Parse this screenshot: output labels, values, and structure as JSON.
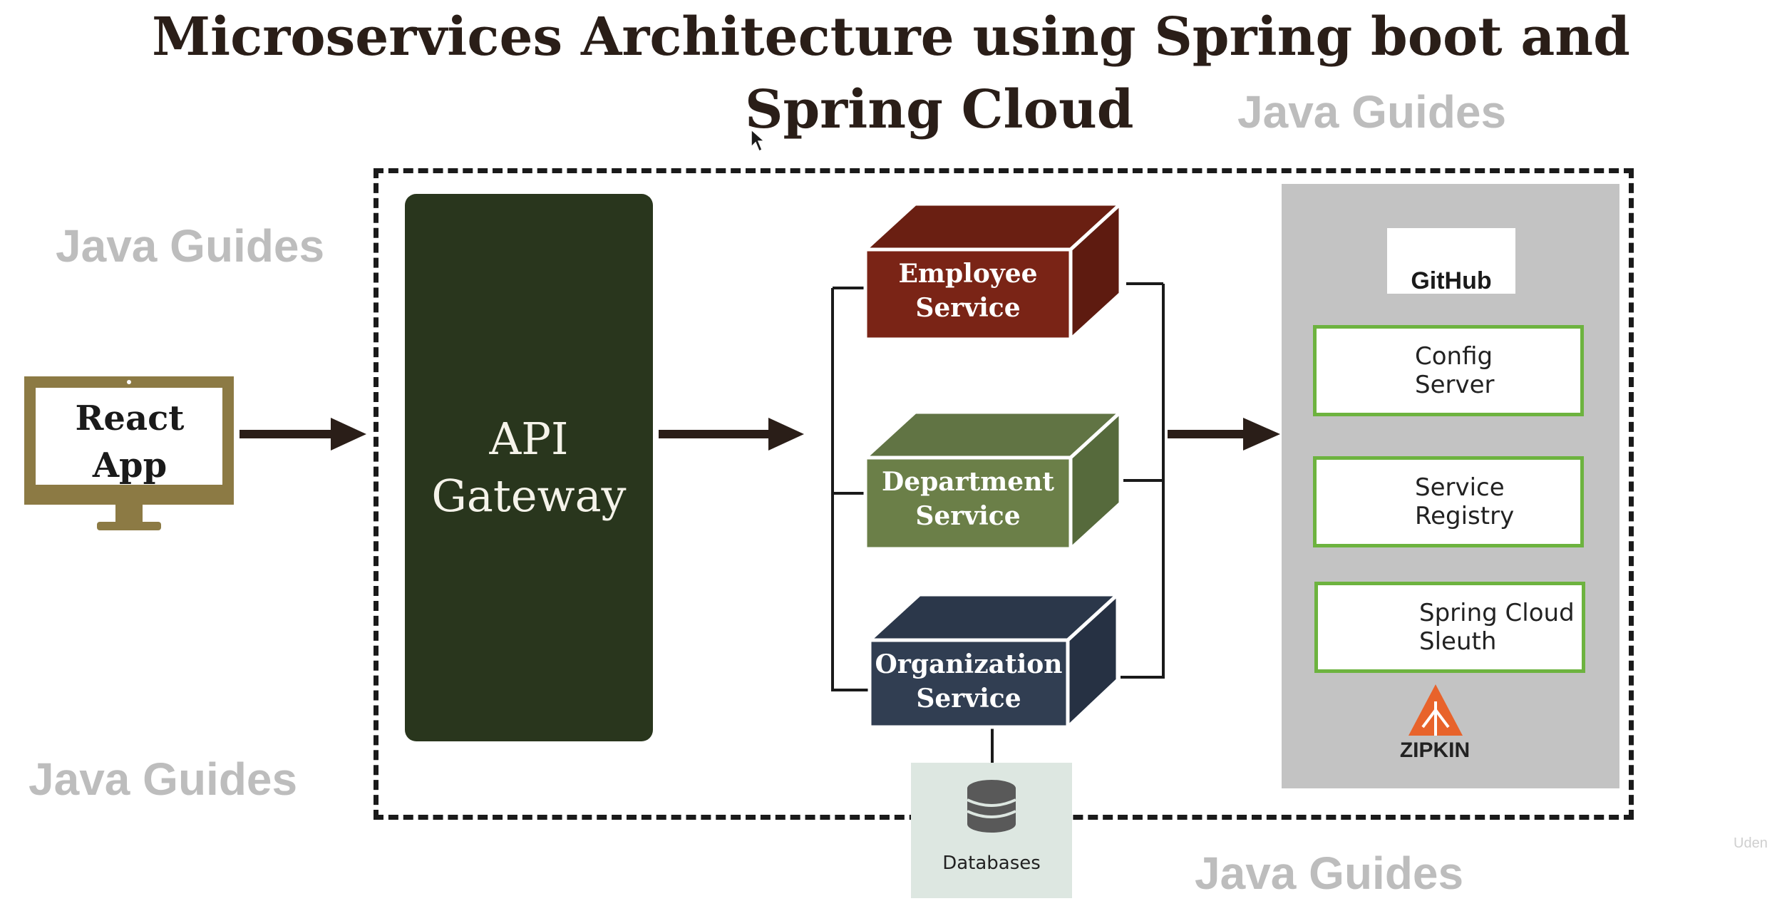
{
  "title": {
    "line1": "Microservices Architecture using Spring boot and",
    "line2": "Spring Cloud"
  },
  "watermarks": [
    "Java Guides",
    "Java Guides",
    "Java Guides",
    "Java Guides"
  ],
  "client": {
    "label": "React\nApp",
    "color": "#8c7a44"
  },
  "gateway": {
    "label": "API\nGateway",
    "color": "#29361d"
  },
  "services": [
    {
      "label": "Employee\nService",
      "front": "#7a2416",
      "top": "#6a1f12",
      "side": "#5e1b10"
    },
    {
      "label": "Department\nService",
      "front": "#6b7f48",
      "top": "#617444",
      "side": "#566a3c"
    },
    {
      "label": "Organization\nService",
      "front": "#313e52",
      "top": "#2b374a",
      "side": "#263143"
    }
  ],
  "database": {
    "label": "Databases"
  },
  "infrastructure": {
    "github_label": "GitHub",
    "items": [
      {
        "label": "Config\nServer"
      },
      {
        "label": "Service\nRegistry"
      },
      {
        "label": "Spring Cloud\nSleuth"
      }
    ],
    "zipkin_label": "ZIPKIN",
    "accent": "#6db33f"
  },
  "corner_text": "Uden"
}
